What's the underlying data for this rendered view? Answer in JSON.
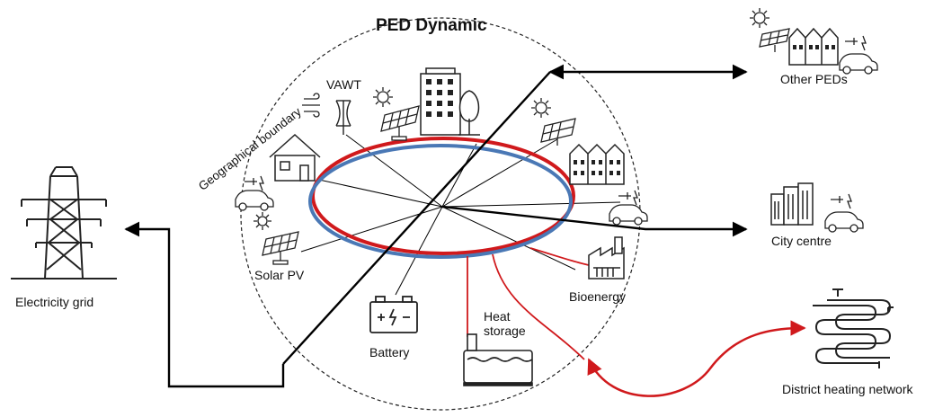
{
  "title": "PED Dynamic",
  "boundary_label": "Geographical boundary",
  "labels": {
    "vawt": "VAWT",
    "solar_pv": "Solar PV",
    "battery": "Battery",
    "heat_storage_line1": "Heat",
    "heat_storage_line2": "storage",
    "bioenergy": "Bioenergy",
    "electricity_grid": "Electricity grid",
    "other_peds": "Other PEDs",
    "city_centre": "City centre",
    "district_heating": "District heating network"
  },
  "colors": {
    "electric_loop": "#4a78b5",
    "heat_loop": "#d0191c",
    "connector": "#000000",
    "boundary": "#222222"
  }
}
